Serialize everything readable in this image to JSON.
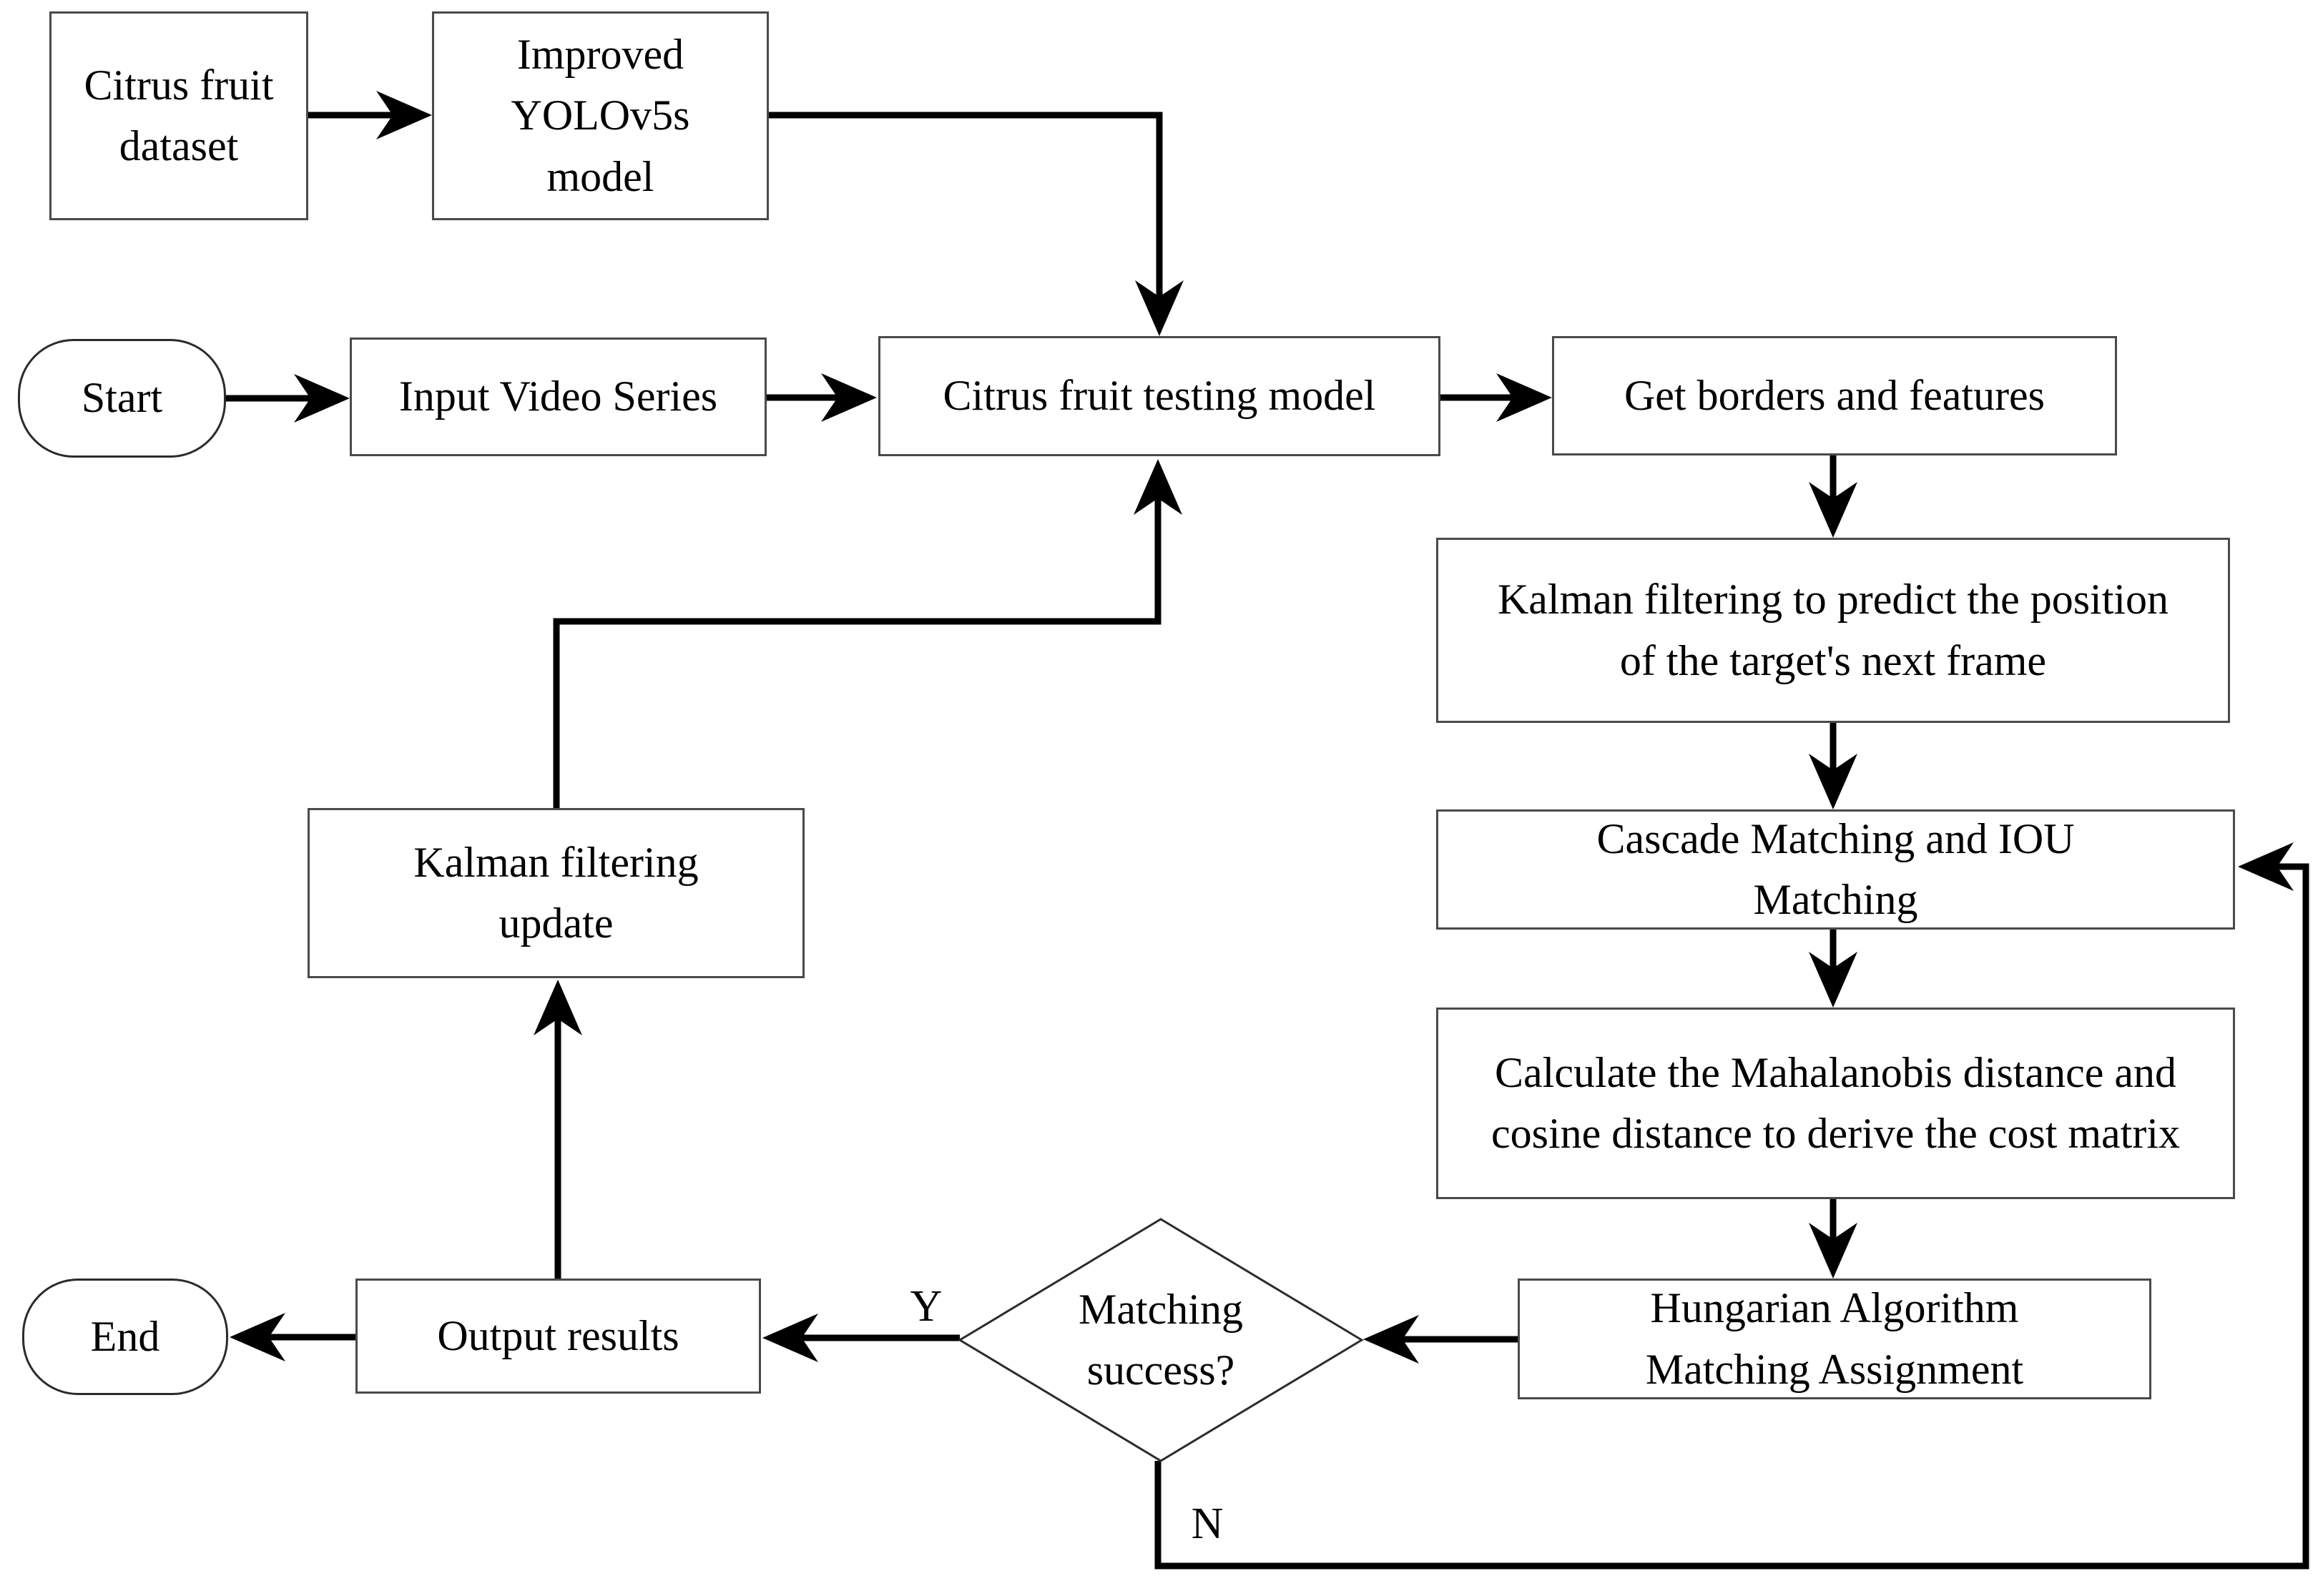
{
  "diagram": {
    "title": "Citrus fruit tracking flowchart (YOLOv5s + DeepSORT style pipeline)",
    "colors": {
      "background": "#ffffff",
      "line": "#000000",
      "box_border": "#4a4a4a",
      "text": "#000000"
    },
    "nodes": {
      "citrus_dataset": {
        "shape": "rect",
        "label": "Citrus fruit dataset"
      },
      "yolo_model": {
        "shape": "rect",
        "label": "Improved YOLOv5s model"
      },
      "start": {
        "shape": "terminator",
        "label": "Start"
      },
      "input_video": {
        "shape": "rect",
        "label": "Input Video Series"
      },
      "testing_model": {
        "shape": "rect",
        "label": "Citrus fruit testing model"
      },
      "get_borders": {
        "shape": "rect",
        "label": "Get borders and features"
      },
      "kalman_predict": {
        "shape": "rect",
        "label": "Kalman filtering to predict the position of the target's next frame"
      },
      "cascade_matching": {
        "shape": "rect",
        "label": "Cascade Matching and IOU Matching"
      },
      "cost_matrix": {
        "shape": "rect",
        "label": "Calculate the Mahalanobis distance and cosine distance to derive the cost matrix"
      },
      "hungarian": {
        "shape": "rect",
        "label": "Hungarian Algorithm Matching Assignment"
      },
      "decision": {
        "shape": "diamond",
        "label": "Matching success?"
      },
      "output_results": {
        "shape": "rect",
        "label": "Output results"
      },
      "kalman_update": {
        "shape": "rect",
        "label": "Kalman filtering update"
      },
      "end": {
        "shape": "terminator",
        "label": "End"
      }
    },
    "edge_labels": {
      "yes": "Y",
      "no": "N"
    }
  }
}
